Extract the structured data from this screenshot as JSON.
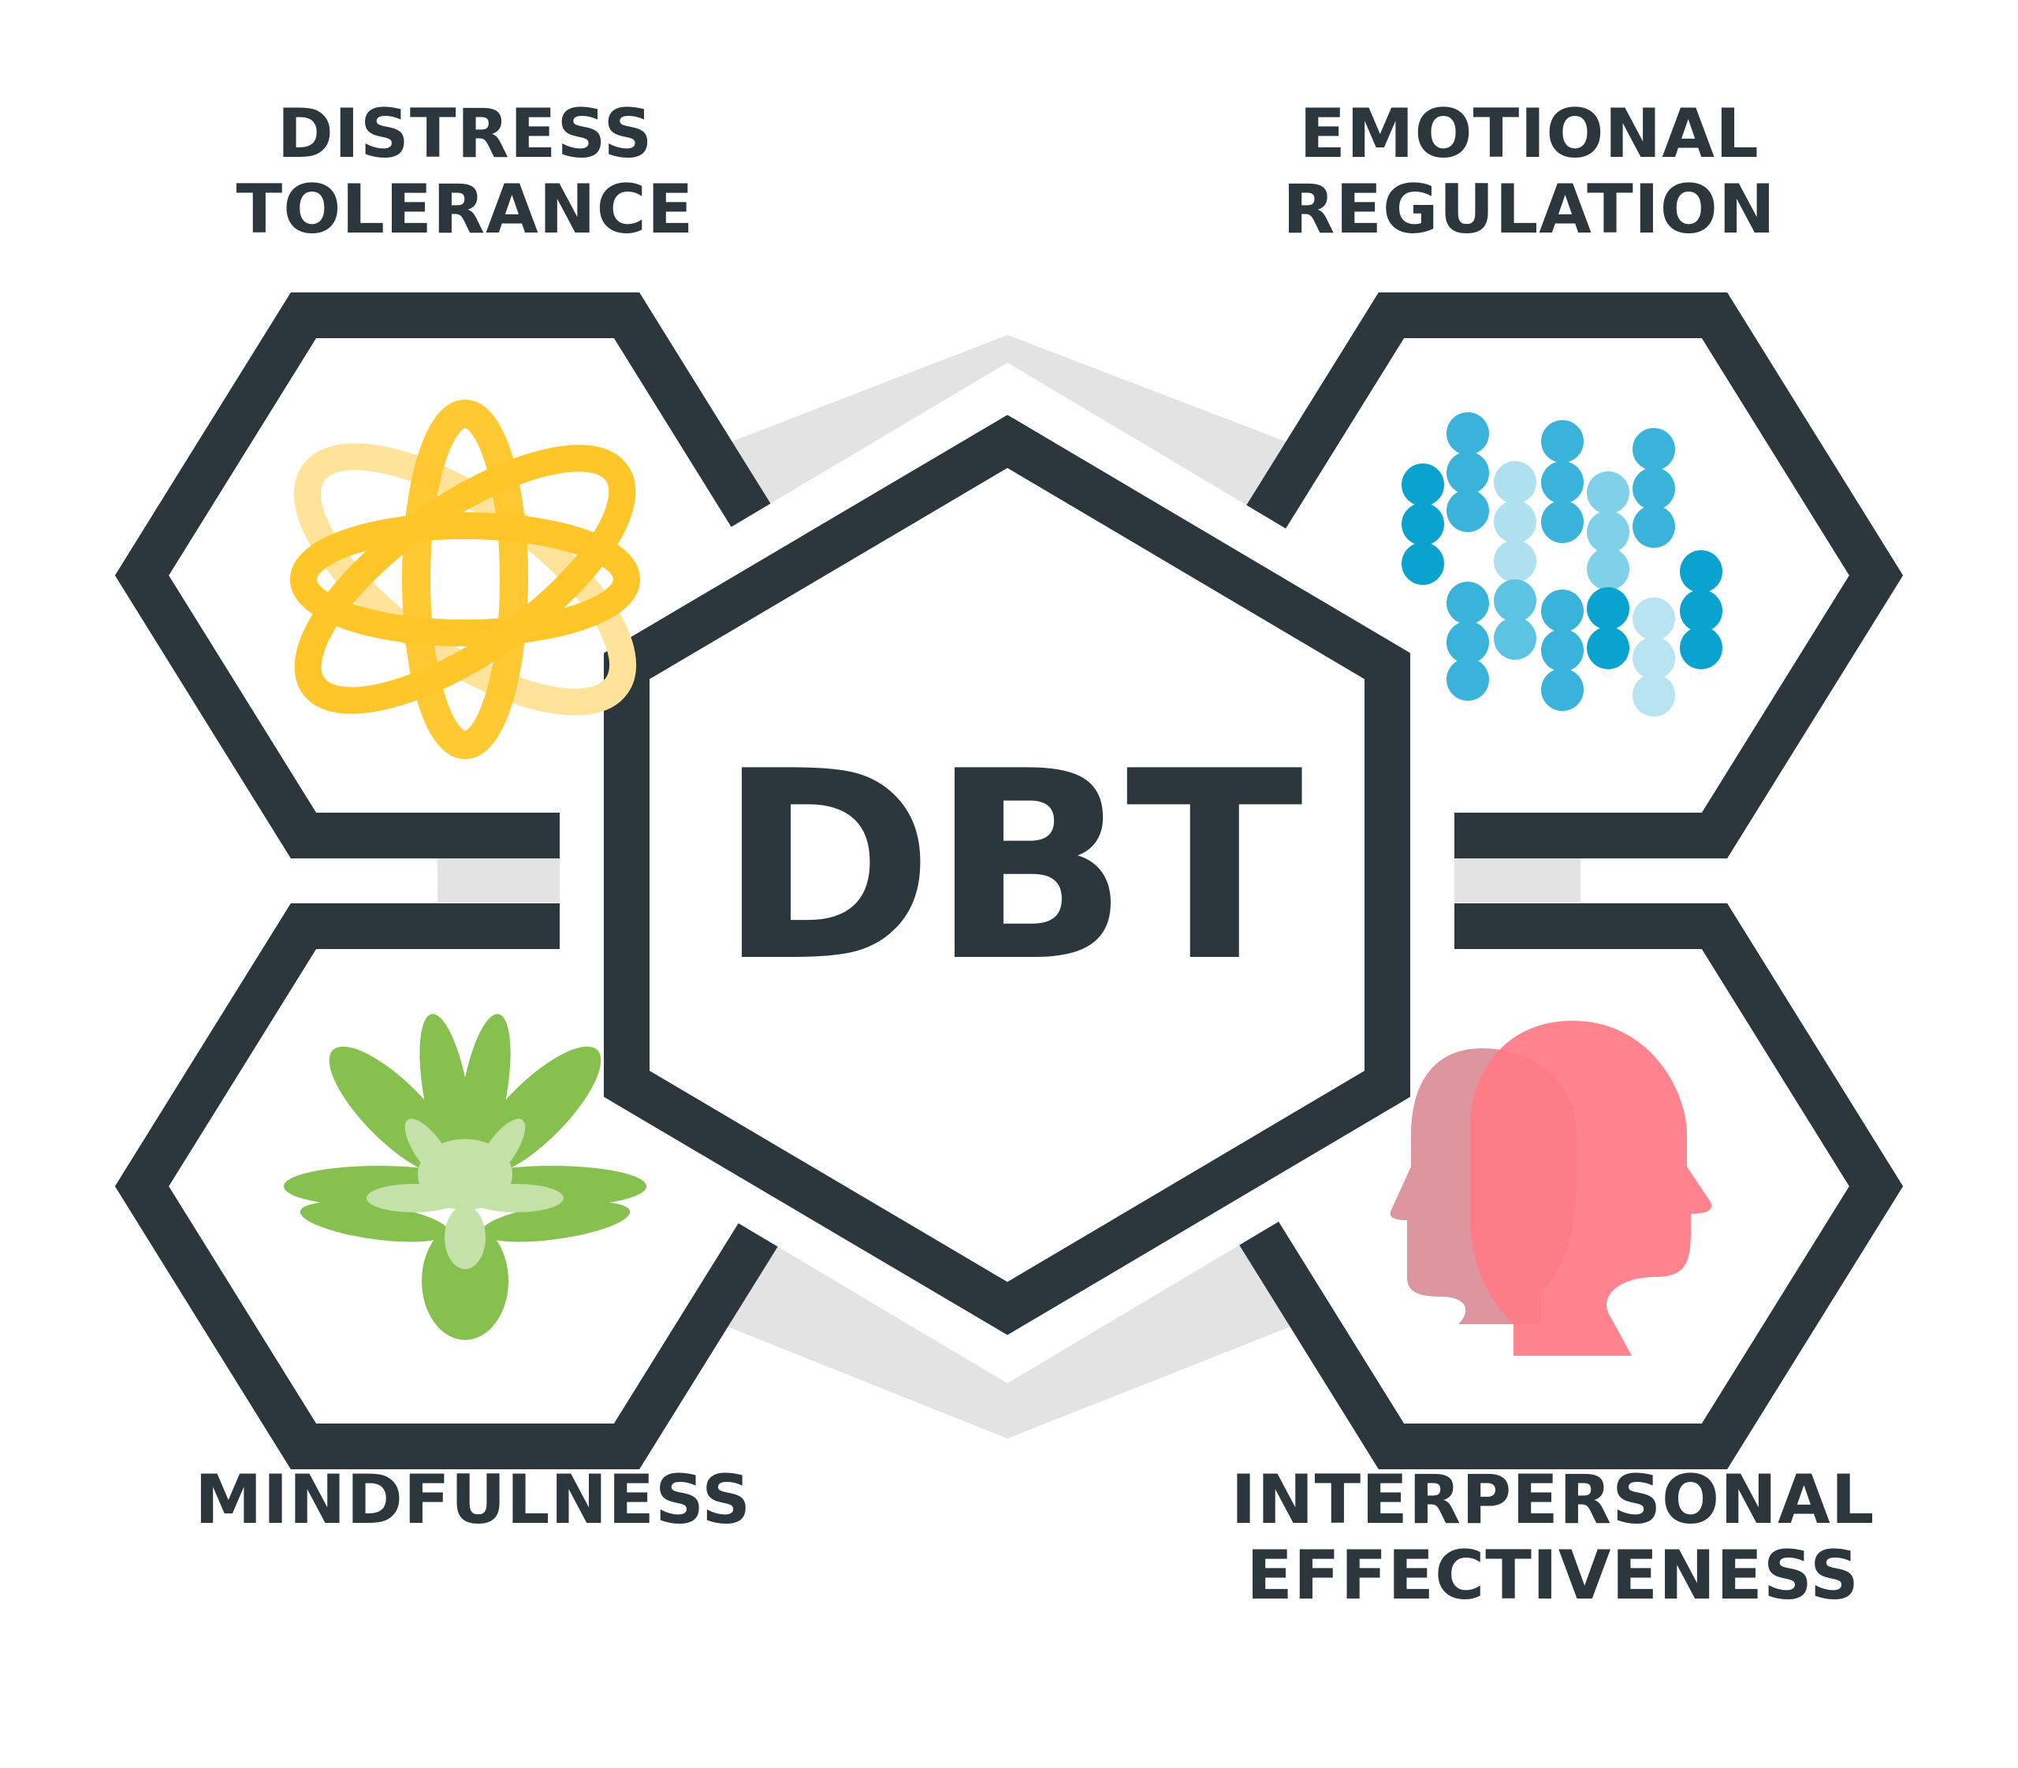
{
  "center": {
    "title": "DBT"
  },
  "skills": {
    "distress_tolerance": {
      "label": "DISTRESS\nTOLERANCE",
      "icon": "atom-icon",
      "color": "#ffc629"
    },
    "emotional_regulation": {
      "label": "EMOTIONAL\nREGULATION",
      "icon": "dot-columns-icon",
      "color": "#1fa8d6"
    },
    "mindfulness": {
      "label": "MINDFULNESS",
      "icon": "lotus-flower-icon",
      "color": "#86c150"
    },
    "interpersonal_effectiveness": {
      "label": "INTERPERSONAL\nEFFECTIVENESS",
      "icon": "two-heads-icon",
      "color": "#ff7a86"
    }
  },
  "colors": {
    "outline": "#2b363d",
    "backdrop": "#e3e3e3",
    "background": "#ffffff"
  }
}
